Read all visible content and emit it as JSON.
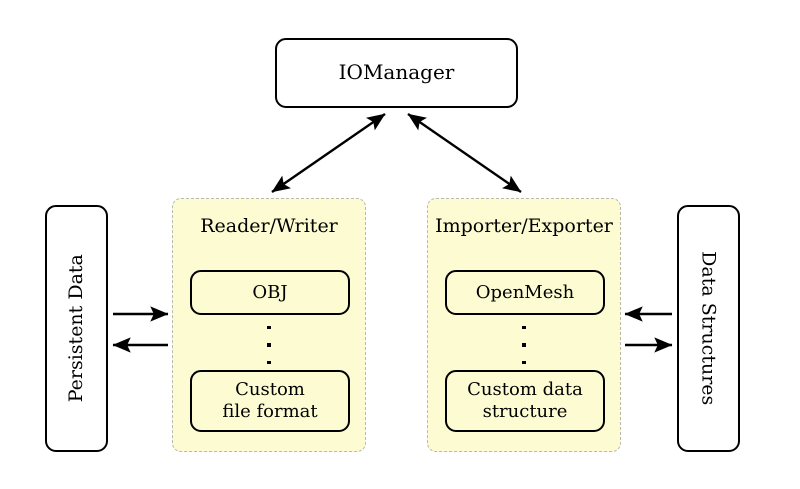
{
  "diagram": {
    "title_node": {
      "label": "IOManager"
    },
    "left_side_box": {
      "label": "Persistent Data"
    },
    "right_side_box": {
      "label": "Data Structures"
    },
    "groups": [
      {
        "id": "reader-writer",
        "title": "Reader/Writer",
        "top_item": "OBJ",
        "ellipsis": "vertical-dots",
        "bottom_item": "Custom file format",
        "bottom_item_lines": [
          "Custom",
          "file format"
        ]
      },
      {
        "id": "importer-exporter",
        "title": "Importer/Exporter",
        "top_item": "OpenMesh",
        "ellipsis": "vertical-dots",
        "bottom_item": "Custom data structure",
        "bottom_item_lines": [
          "Custom data",
          "structure"
        ]
      }
    ],
    "connections": [
      {
        "name": "iomanager-to-reader-writer",
        "from": "IOManager",
        "to": "Reader/Writer",
        "style": "double-headed-arrow"
      },
      {
        "name": "iomanager-to-importer-exporter",
        "from": "IOManager",
        "to": "Importer/Exporter",
        "style": "double-headed-arrow"
      },
      {
        "name": "persistent-data-to-reader-writer",
        "from": "Persistent Data",
        "to": "Reader/Writer",
        "style": "single-headed-arrow-right"
      },
      {
        "name": "reader-writer-to-persistent-data",
        "from": "Reader/Writer",
        "to": "Persistent Data",
        "style": "single-headed-arrow-left"
      },
      {
        "name": "data-structures-to-importer-exporter",
        "from": "Data Structures",
        "to": "Importer/Exporter",
        "style": "single-headed-arrow-left"
      },
      {
        "name": "importer-exporter-to-data-structures",
        "from": "Importer/Exporter",
        "to": "Data Structures",
        "style": "single-headed-arrow-right"
      }
    ],
    "colors": {
      "group_fill": "#fcfbd2",
      "group_border": "#b8b8b8",
      "node_border": "#000000",
      "background": "#ffffff"
    }
  }
}
